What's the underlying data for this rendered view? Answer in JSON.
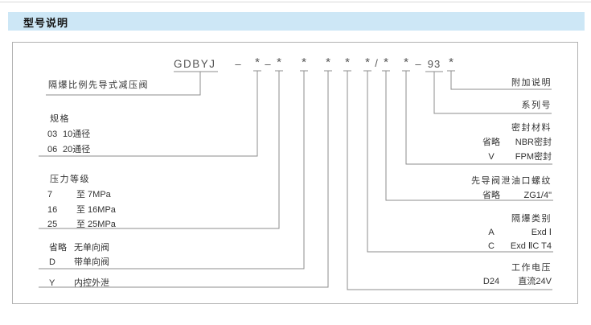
{
  "header": {
    "title": "型号说明"
  },
  "colors": {
    "header_bg": "#cde7f6",
    "line": "#8c8c8c"
  },
  "model_code": {
    "segments": [
      "GDBYJ",
      "–",
      "*",
      "–",
      "*",
      "*",
      "*",
      "*",
      "*",
      "/",
      "*",
      "*",
      "–",
      "93",
      "*"
    ]
  },
  "left_labels": {
    "valve_name": "隔爆比例先导式减压阀",
    "spec": {
      "title": "规格",
      "rows": [
        {
          "code": "03",
          "desc": "10通径"
        },
        {
          "code": "06",
          "desc": "20通径"
        }
      ]
    },
    "pressure": {
      "title": "压力等级",
      "rows": [
        {
          "code": "7",
          "desc": "至 7MPa"
        },
        {
          "code": "16",
          "desc": "至 16MPa"
        },
        {
          "code": "25",
          "desc": "至 25MPa"
        }
      ]
    },
    "check_valve": {
      "rows": [
        {
          "code": "省略",
          "desc": "无单向阀"
        },
        {
          "code": "D",
          "desc": "带单向阀"
        }
      ]
    },
    "drain": {
      "rows": [
        {
          "code": "Y",
          "desc": "内控外泄"
        }
      ]
    }
  },
  "right_labels": {
    "additional": {
      "title": "附加说明"
    },
    "series_no": {
      "title": "系列号"
    },
    "seal": {
      "title": "密封材料",
      "rows": [
        {
          "code": "省略",
          "desc": "NBR密封"
        },
        {
          "code": "V",
          "desc": "FPM密封"
        }
      ]
    },
    "pilot_thread": {
      "title": "先导阀泄油口螺纹",
      "rows": [
        {
          "code": "省略",
          "desc": "ZG1/4\""
        }
      ]
    },
    "explosion_class": {
      "title": "隔爆类别",
      "rows": [
        {
          "code": "A",
          "desc": "Exd Ⅰ"
        },
        {
          "code": "C",
          "desc": "Exd ⅡC T4"
        }
      ]
    },
    "voltage": {
      "title": "工作电压",
      "rows": [
        {
          "code": "D24",
          "desc": "直流24V"
        }
      ]
    }
  }
}
